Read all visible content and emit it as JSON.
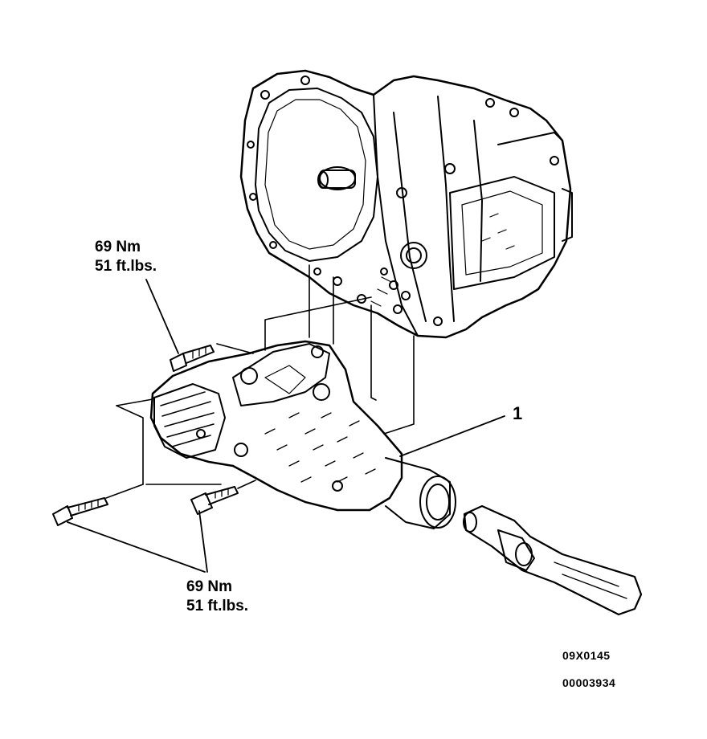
{
  "torque_labels": {
    "upper": {
      "value": "69 Nm",
      "imperial": "51 ft.lbs."
    },
    "lower": {
      "value": "69 Nm",
      "imperial": "51 ft.lbs."
    }
  },
  "callouts": {
    "transfer_case": "1"
  },
  "figure_codes": {
    "figure_id": "09X0145",
    "doc_id": "00003934"
  },
  "colors": {
    "ink": "#000000",
    "paper": "#ffffff"
  }
}
